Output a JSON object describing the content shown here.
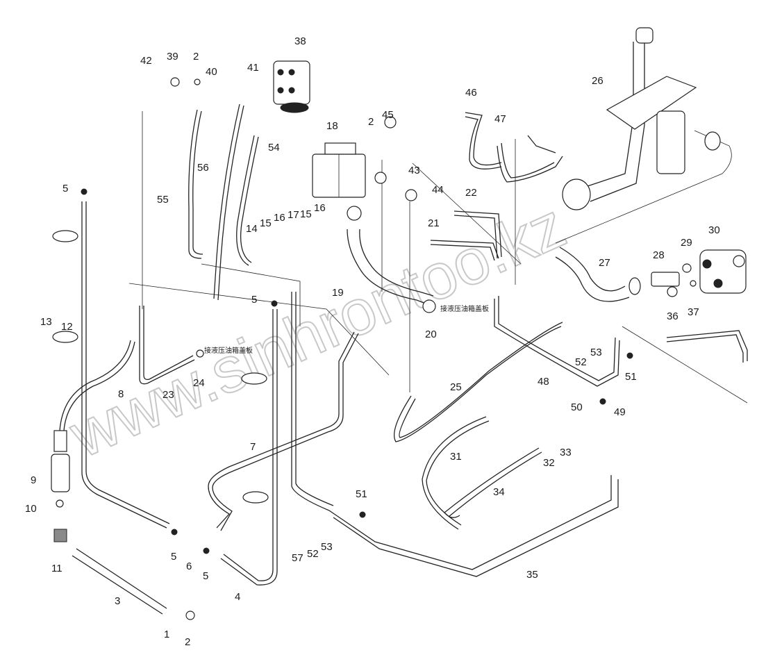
{
  "diagram": {
    "watermark": "www.sinhrontoo.kz",
    "notes": [
      "接液压油箱盖板",
      "接液压油箱盖板"
    ],
    "callouts": [
      "1",
      "2",
      "2",
      "2",
      "3",
      "4",
      "5",
      "5",
      "5",
      "5",
      "6",
      "7",
      "8",
      "9",
      "10",
      "11",
      "12",
      "13",
      "14",
      "15",
      "15",
      "16",
      "16",
      "17",
      "18",
      "19",
      "20",
      "21",
      "22",
      "23",
      "24",
      "25",
      "26",
      "27",
      "28",
      "29",
      "30",
      "31",
      "32",
      "33",
      "34",
      "35",
      "36",
      "37",
      "38",
      "39",
      "40",
      "41",
      "42",
      "43",
      "44",
      "45",
      "46",
      "47",
      "48",
      "49",
      "50",
      "51",
      "51",
      "52",
      "52",
      "53",
      "53",
      "54",
      "55",
      "56",
      "57"
    ]
  }
}
